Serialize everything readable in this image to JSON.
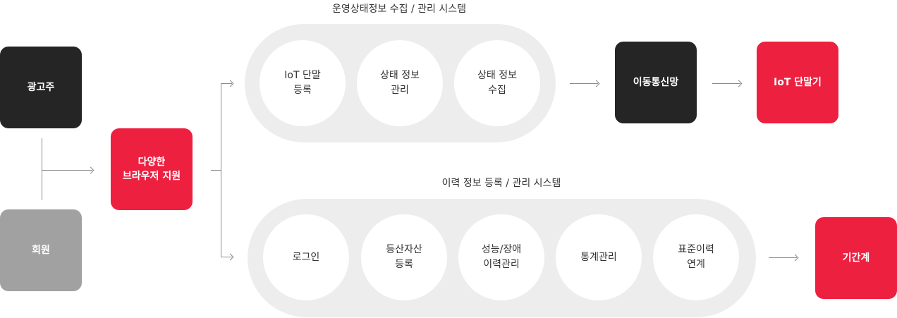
{
  "sources": {
    "advertiser": "광고주",
    "member": "회원"
  },
  "browser_support": "다양한\n브라우저 지원",
  "top_system": {
    "title": "운영상태정보 수집 / 관리 시스템",
    "steps": [
      "IoT 단말\n등록",
      "상태 정보\n관리",
      "상태 정보\n수집"
    ]
  },
  "mobile_network": "이동통신망",
  "iot_device": "IoT 단말기",
  "bottom_system": {
    "title": "이력 정보 등록 / 관리 시스템",
    "steps": [
      "로그인",
      "등산자산\n등록",
      "성능/장애\n이력관리",
      "통계관리",
      "표준이력\n연계"
    ]
  },
  "core_system": "기간계",
  "colors": {
    "dark": "#252525",
    "accent": "#ee2040",
    "gray": "#a1a1a1",
    "pill": "#ededed",
    "connector": "#8a8a8a"
  }
}
